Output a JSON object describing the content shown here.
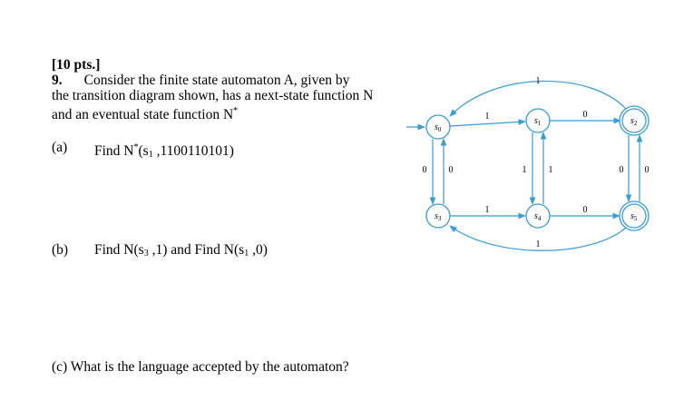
{
  "header": {
    "points": "[10 pts.]",
    "number": "9.",
    "intro_line1": "Consider the finite state automaton A, given by",
    "intro_line2": "the transition diagram shown, has a next-state function N",
    "intro_line3": "and an eventual state function N"
  },
  "parts": {
    "a": {
      "label": "(a)",
      "text_pre": "Find N",
      "star": "*",
      "text_args": "(s",
      "sub": "1",
      "text_post": " ,1100110101)"
    },
    "b": {
      "label": "(b)",
      "text1": "Find N(s",
      "sub1": "3",
      "text2": " ,1) and Find N(s",
      "sub2": "1",
      "text3": " ,0)"
    },
    "c": {
      "text": "(c) What is the language accepted by the automaton?"
    }
  },
  "automaton": {
    "states": [
      {
        "id": "s0",
        "base": "s",
        "sub": "0",
        "accepting": false,
        "initial": true
      },
      {
        "id": "s1",
        "base": "s",
        "sub": "1",
        "accepting": false,
        "initial": false
      },
      {
        "id": "s2",
        "base": "s",
        "sub": "2",
        "accepting": true,
        "initial": false
      },
      {
        "id": "s3",
        "base": "s",
        "sub": "3",
        "accepting": false,
        "initial": false
      },
      {
        "id": "s4",
        "base": "s",
        "sub": "4",
        "accepting": false,
        "initial": false
      },
      {
        "id": "s5",
        "base": "s",
        "sub": "5",
        "accepting": true,
        "initial": false
      }
    ],
    "transitions": [
      {
        "from": "s0",
        "to": "s1",
        "symbol": "1"
      },
      {
        "from": "s1",
        "to": "s2",
        "symbol": "0"
      },
      {
        "from": "s2",
        "to": "s0",
        "symbol": "1"
      },
      {
        "from": "s0",
        "to": "s3",
        "symbol": "0"
      },
      {
        "from": "s3",
        "to": "s0",
        "symbol": "0"
      },
      {
        "from": "s1",
        "to": "s4",
        "symbol": "1"
      },
      {
        "from": "s4",
        "to": "s1",
        "symbol": "1"
      },
      {
        "from": "s2",
        "to": "s5",
        "symbol": "0"
      },
      {
        "from": "s5",
        "to": "s2",
        "symbol": "0"
      },
      {
        "from": "s3",
        "to": "s4",
        "symbol": "1"
      },
      {
        "from": "s4",
        "to": "s5",
        "symbol": "0"
      },
      {
        "from": "s5",
        "to": "s3",
        "symbol": "1"
      }
    ],
    "colors": {
      "edge": "#3a9bd5",
      "state_stroke": "#3a9bd5",
      "label": "#000000"
    }
  }
}
